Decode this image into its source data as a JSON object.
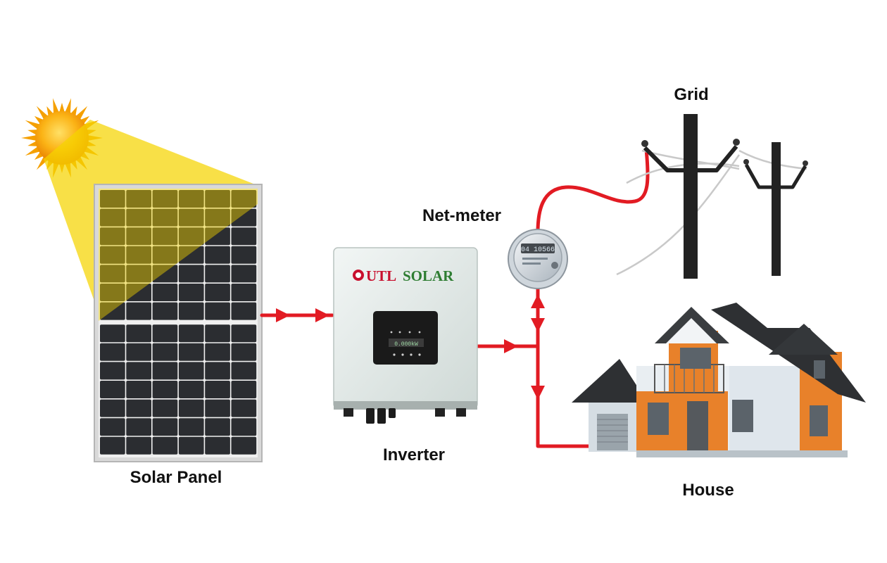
{
  "labels": {
    "solar_panel": "Solar Panel",
    "inverter": "Inverter",
    "net_meter": "Net-meter",
    "grid": "Grid",
    "house": "House"
  },
  "inverter": {
    "brand_prefix": "UTL",
    "brand_suffix": "SOLAR",
    "display_text": "0.000kW"
  },
  "net_meter": {
    "readout": "04 10566"
  },
  "colors": {
    "wire": "#e21b23",
    "brand_red": "#c8102e",
    "brand_green": "#2e7d32",
    "sun": "#f7a800",
    "sunlight": "#f5d400",
    "panel_cell": "#2b2d31",
    "house_accent": "#e8812a",
    "roof": "#2e3033"
  },
  "icons": [
    "sun-icon",
    "solar-panel-icon",
    "inverter-icon",
    "meter-icon",
    "utility-pole-icon",
    "house-icon",
    "arrow-icon"
  ]
}
